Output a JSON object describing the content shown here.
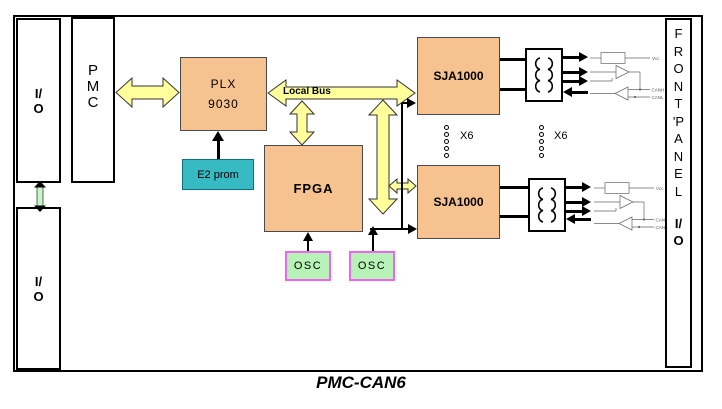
{
  "colors": {
    "box_orange": "#F6C28F",
    "box_teal": "#38BAC3",
    "box_green": "#B7F2B7",
    "osc_border": "#F163F1",
    "arrow_yellow": "#FFFF9C",
    "connector_green": "#CFEFCF"
  },
  "caption": "PMC-CAN6",
  "left_column": {
    "io_top": {
      "line1": "I/",
      "line2": "O"
    },
    "io_bottom": {
      "line1": "I/",
      "line2": "O"
    },
    "pmc_letters": [
      "P",
      "M",
      "C"
    ]
  },
  "blocks": {
    "plx": {
      "line1": "PLX",
      "line2": "9030"
    },
    "eeprom": {
      "label": "E2 prom"
    },
    "fpga": {
      "label": "FPGA"
    },
    "sja_top": {
      "label": "SJA1000"
    },
    "sja_bottom": {
      "label": "SJA1000"
    },
    "osc_left": {
      "label": "OSC"
    },
    "osc_right": {
      "label": "OSC"
    }
  },
  "bus_labels": {
    "local_bus": "Local Bus"
  },
  "multiplier": {
    "left": "X6",
    "right": "X6"
  },
  "front_panel": {
    "letters": [
      "F",
      "R",
      "O",
      "N",
      "T",
      "'P",
      "A",
      "N",
      "E",
      "L"
    ],
    "io_line1": "I/",
    "io_line2": "O"
  },
  "transceiver": {
    "vcc": "Vcc",
    "canh": "CANH",
    "canl": "CANL"
  }
}
